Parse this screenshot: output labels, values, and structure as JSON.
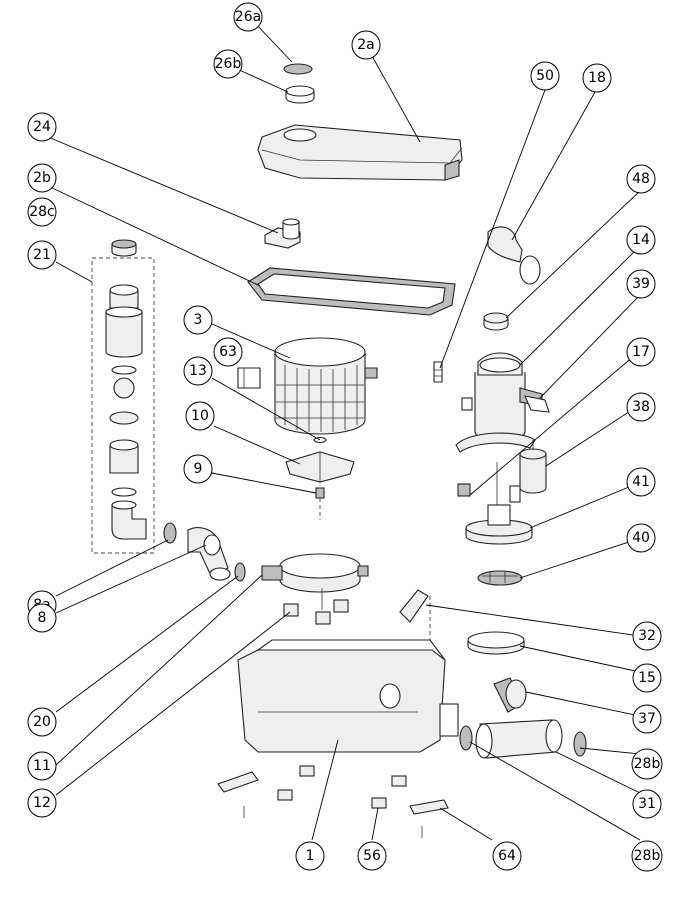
{
  "callouts": [
    {
      "id": "26a",
      "label": "26a"
    },
    {
      "id": "2a",
      "label": "2a"
    },
    {
      "id": "26b",
      "label": "26b"
    },
    {
      "id": "50",
      "label": "50"
    },
    {
      "id": "18",
      "label": "18"
    },
    {
      "id": "24",
      "label": "24"
    },
    {
      "id": "48",
      "label": "48"
    },
    {
      "id": "2b",
      "label": "2b"
    },
    {
      "id": "28c",
      "label": "28c"
    },
    {
      "id": "14",
      "label": "14"
    },
    {
      "id": "21",
      "label": "21"
    },
    {
      "id": "39",
      "label": "39"
    },
    {
      "id": "3",
      "label": "3"
    },
    {
      "id": "63",
      "label": "63"
    },
    {
      "id": "17",
      "label": "17"
    },
    {
      "id": "13",
      "label": "13"
    },
    {
      "id": "38",
      "label": "38"
    },
    {
      "id": "10",
      "label": "10"
    },
    {
      "id": "9",
      "label": "9"
    },
    {
      "id": "41",
      "label": "41"
    },
    {
      "id": "40",
      "label": "40"
    },
    {
      "id": "8a",
      "label": "8a"
    },
    {
      "id": "8",
      "label": "8"
    },
    {
      "id": "32",
      "label": "32"
    },
    {
      "id": "15",
      "label": "15"
    },
    {
      "id": "20",
      "label": "20"
    },
    {
      "id": "37",
      "label": "37"
    },
    {
      "id": "11",
      "label": "11"
    },
    {
      "id": "28b-top",
      "label": "28b"
    },
    {
      "id": "12",
      "label": "12"
    },
    {
      "id": "31",
      "label": "31"
    },
    {
      "id": "1",
      "label": "1"
    },
    {
      "id": "56",
      "label": "56"
    },
    {
      "id": "64",
      "label": "64"
    },
    {
      "id": "28b-bottom",
      "label": "28b"
    }
  ]
}
